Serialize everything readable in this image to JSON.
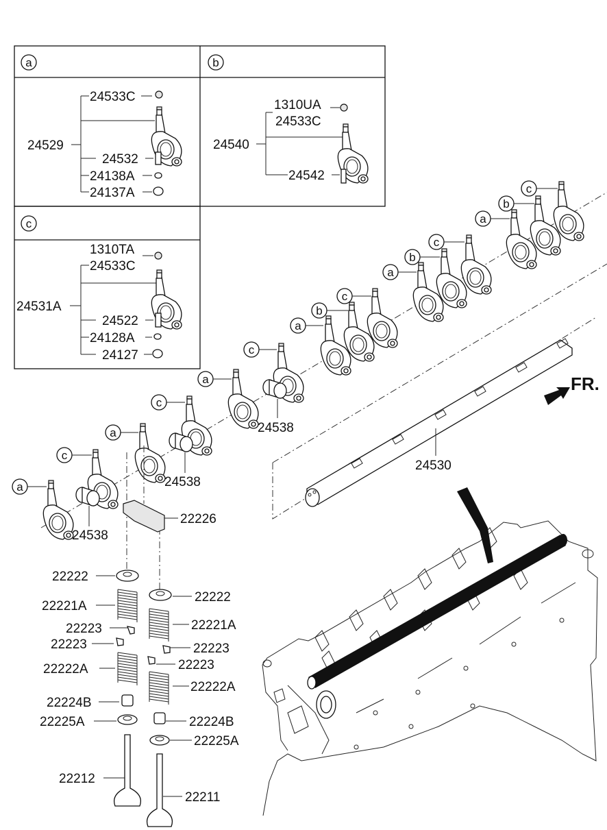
{
  "inset_boxes": [
    {
      "marker": "a",
      "assembly_number": "24529",
      "parts": [
        "24533C",
        "24532",
        "24138A",
        "24137A"
      ]
    },
    {
      "marker": "b",
      "assembly_number": "24540",
      "parts": [
        "1310UA",
        "24533C",
        "24542"
      ]
    },
    {
      "marker": "c",
      "assembly_number": "24531A",
      "parts": [
        "1310TA",
        "24533C",
        "24522",
        "24128A",
        "24127"
      ]
    }
  ],
  "rocker_markers": [
    "a",
    "c",
    "a",
    "c",
    "a",
    "c",
    "a",
    "b",
    "c",
    "a",
    "b",
    "c",
    "a",
    "b",
    "c"
  ],
  "spacer_labels": [
    "24538",
    "24538",
    "24538"
  ],
  "shaft_label": "24530",
  "bridge_label": "22226",
  "front_indicator": "FR.",
  "valve_train_left": [
    "22222",
    "22221A",
    "22223",
    "22223",
    "22222A",
    "22224B",
    "22225A",
    "22212"
  ],
  "valve_train_right": [
    "22222",
    "22221A",
    "22223",
    "22223",
    "22222A",
    "22224B",
    "22225A",
    "22211"
  ]
}
